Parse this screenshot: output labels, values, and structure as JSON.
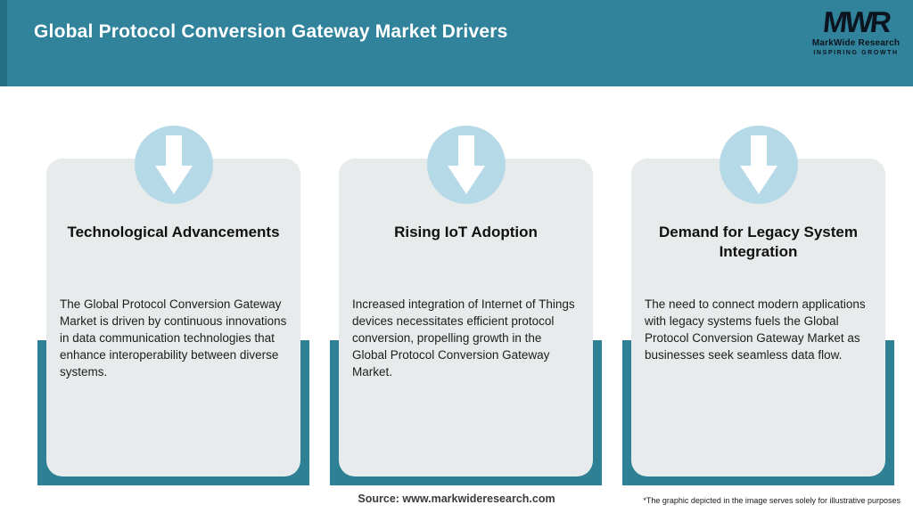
{
  "header": {
    "title": "Global Protocol Conversion Gateway Market Drivers",
    "logo": {
      "acronym": "MWR",
      "name": "MarkWide Research",
      "tagline": "INSPIRING GROWTH"
    }
  },
  "cards": [
    {
      "icon": "down-arrow-icon",
      "title": "Technological Advancements",
      "description": "The Global Protocol Conversion Gateway Market is driven by continuous innovations in data communication technologies that enhance interoperability between diverse systems."
    },
    {
      "icon": "down-arrow-icon",
      "title": "Rising IoT Adoption",
      "description": "Increased integration of Internet of Things devices necessitates efficient protocol conversion, propelling growth in the Global Protocol Conversion Gateway Market."
    },
    {
      "icon": "down-arrow-icon",
      "title": "Demand for Legacy System Integration",
      "description": "The need to connect modern applications with legacy systems fuels the Global Protocol Conversion Gateway Market as businesses seek seamless data flow."
    }
  ],
  "footer": {
    "source": "Source: www.markwideresearch.com",
    "disclaimer": "*The graphic depicted in the image serves solely for illustrative purposes"
  },
  "colors": {
    "header_teal": "#30839b",
    "header_accent": "#256f85",
    "accent_teal": "#2e8195",
    "circle_blue": "#b5d9e6",
    "card_gray": "#e8ebec",
    "logo_ink": "#0c1420"
  }
}
